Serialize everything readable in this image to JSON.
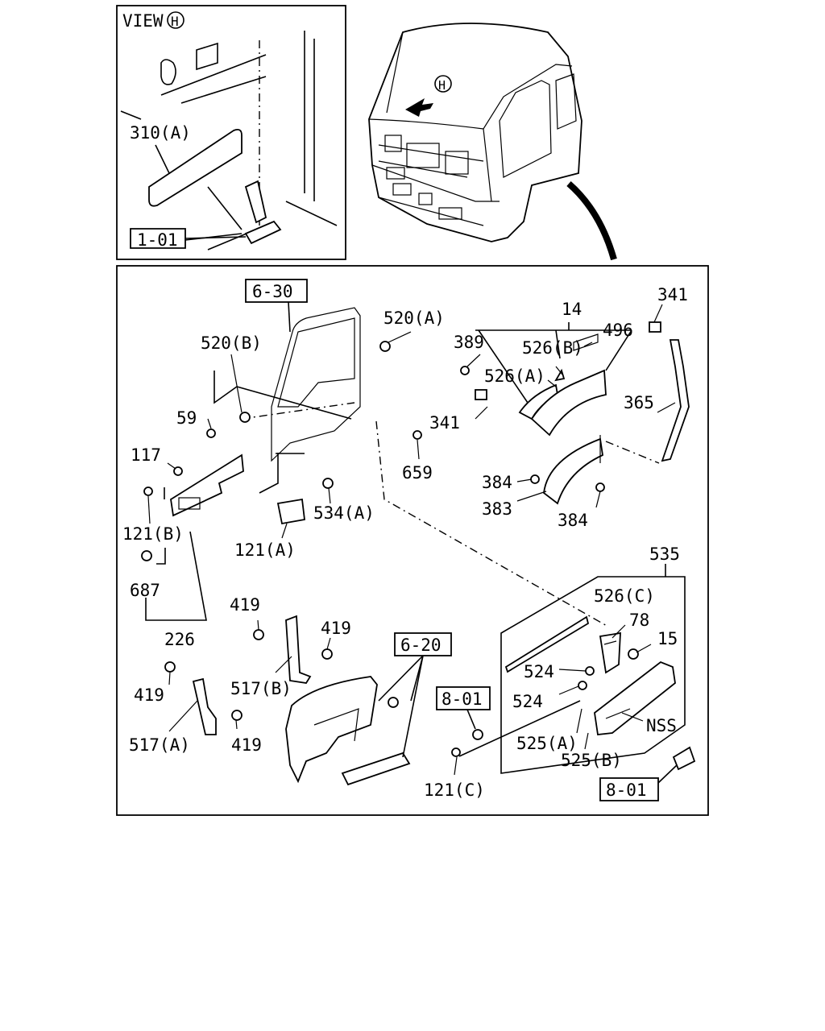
{
  "inset": {
    "view_label": "VIEW",
    "view_marker": "H",
    "label_310a": "310(A)",
    "ref_101": "1-01"
  },
  "cab": {
    "view_marker": "H"
  },
  "labels": {
    "ref_630": "6-30",
    "l_14": "14",
    "l_341_top": "341",
    "l_520a": "520(A)",
    "l_389": "389",
    "l_526b": "526(B)",
    "l_496": "496",
    "l_520b": "520(B)",
    "l_526a": "526(A)",
    "l_365": "365",
    "l_59": "59",
    "l_341_mid": "341",
    "l_117": "117",
    "l_659": "659",
    "l_384a": "384",
    "l_383": "383",
    "l_534a": "534(A)",
    "l_384b": "384",
    "l_121b": "121(B)",
    "l_121a": "121(A)",
    "l_535": "535",
    "l_687": "687",
    "l_526c": "526(C)",
    "l_78": "78",
    "l_419a": "419",
    "l_419b": "419",
    "l_15": "15",
    "l_226": "226",
    "ref_620": "6-20",
    "l_524a": "524",
    "l_517b": "517(B)",
    "l_419c": "419",
    "ref_801a": "8-01",
    "l_524b": "524",
    "l_nss": "NSS",
    "l_525a": "525(A)",
    "l_517a": "517(A)",
    "l_419d": "419",
    "l_525b": "525(B)",
    "l_121c": "121(C)",
    "ref_801b": "8-01"
  }
}
